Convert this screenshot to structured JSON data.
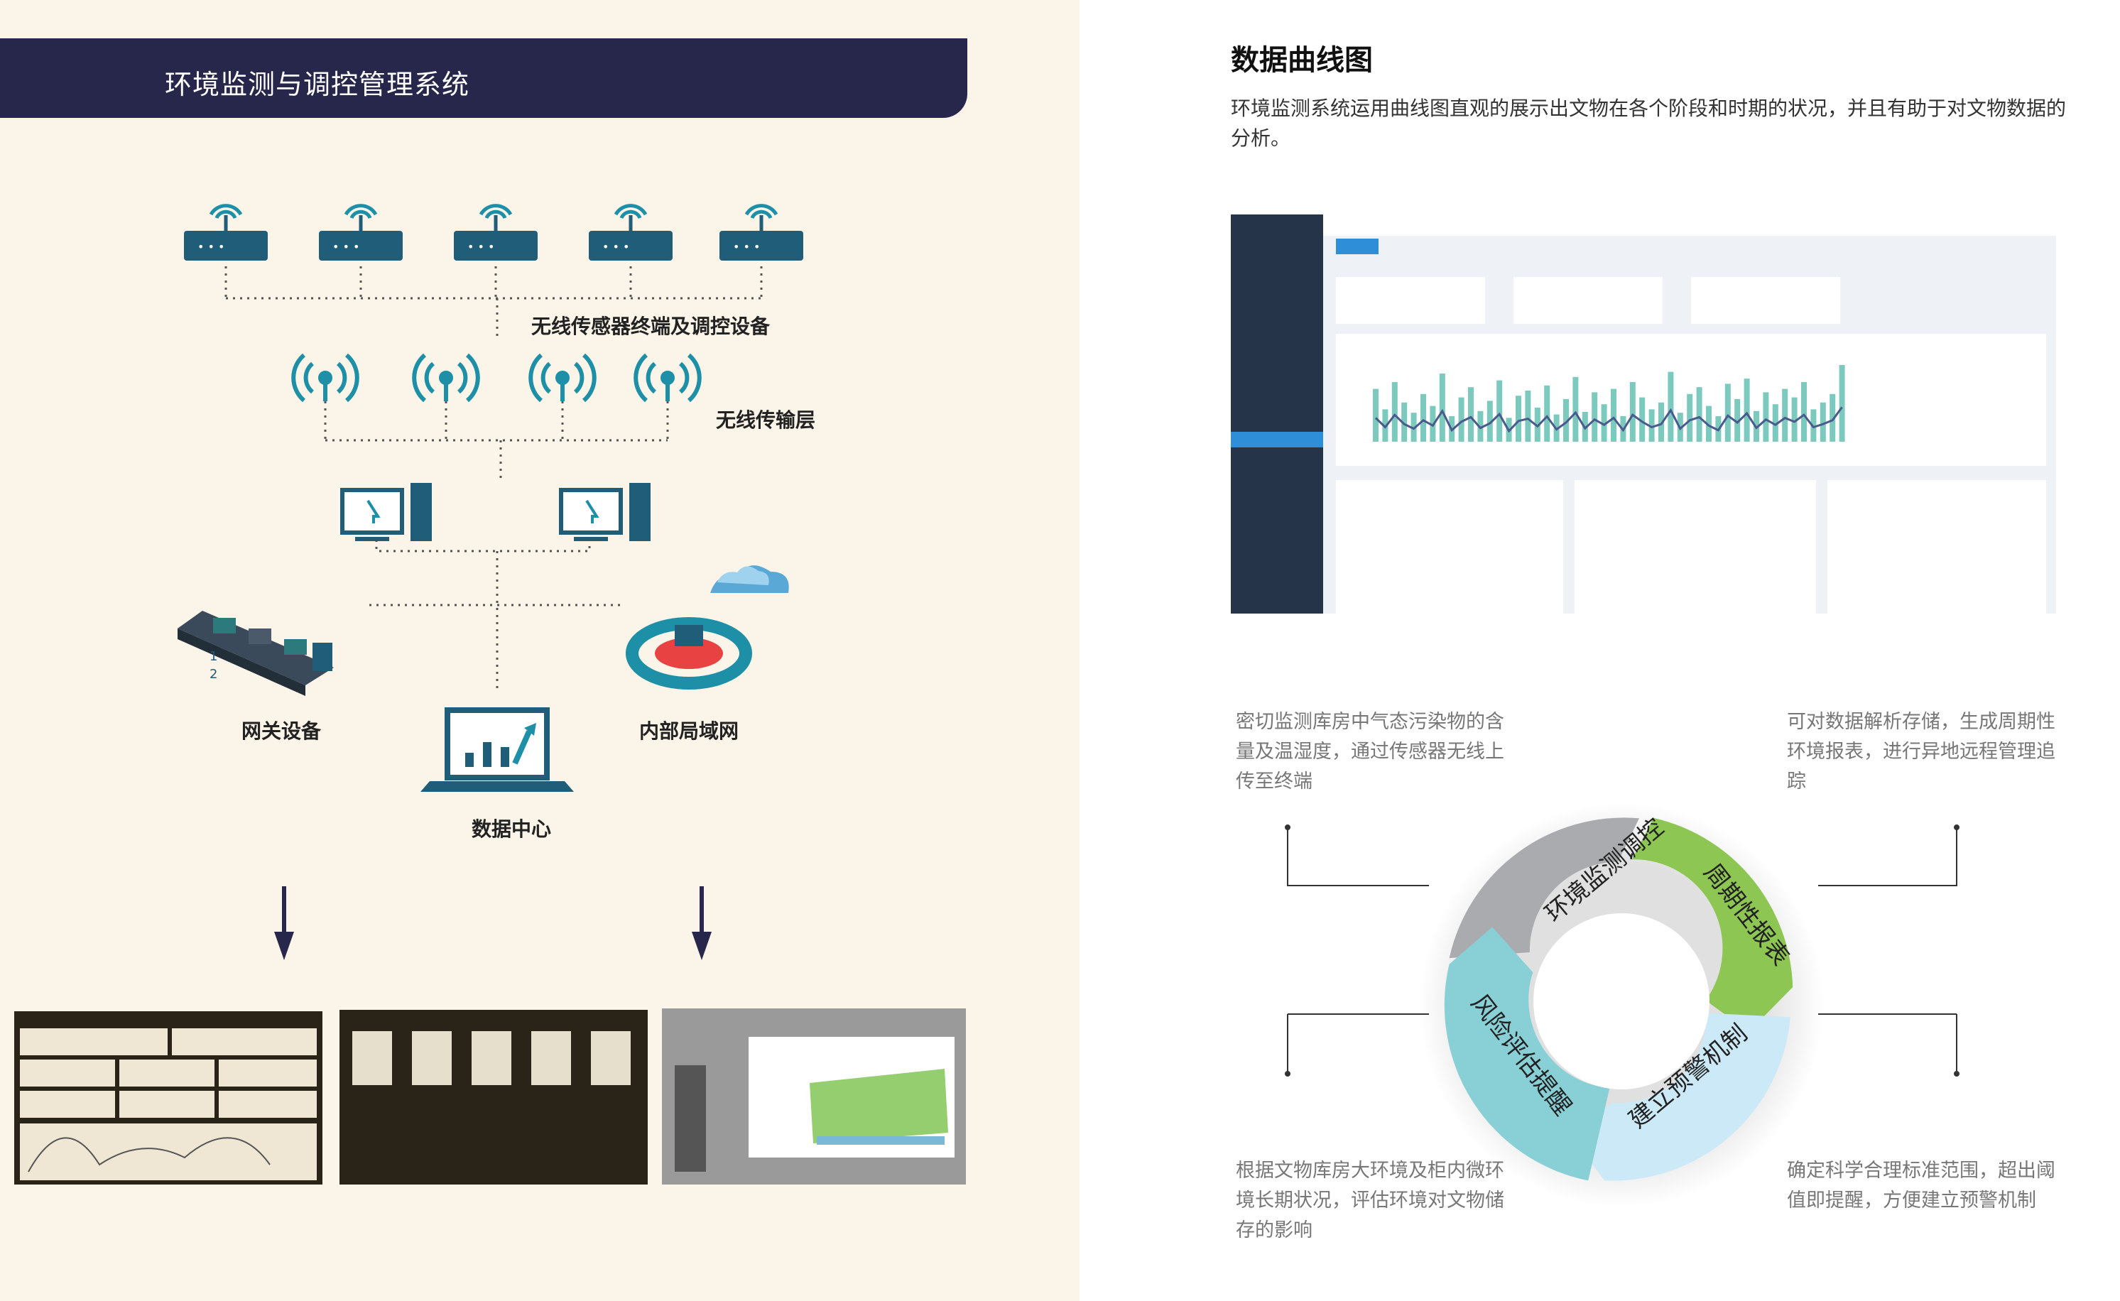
{
  "left": {
    "banner_title": "环境监测与调控管理系统",
    "labels": {
      "sensors": "无线传感器终端及调控设备",
      "transmission": "无线传输层",
      "gateway": "网关设备",
      "lan": "内部局域网",
      "data_center": "数据中心"
    }
  },
  "right": {
    "title": "数据曲线图",
    "description": "环境监测系统运用曲线图直观的展示出文物在各个阶段和时期的状况，并且有助于对文物数据的分析。",
    "cycle": {
      "segments": [
        "环境监测调控",
        "周期性报表",
        "建立预警机制",
        "风险评估提醒"
      ],
      "captions": {
        "top_left": "密切监测库房中气态污染物的含量及温湿度，通过传感器无线上传至终端",
        "top_right": "可对数据解析存储，生成周期性环境报表，进行异地远程管理追踪",
        "bottom_left": "根据文物库房大环境及柜内微环境长期状况，评估环境对文物储存的影响",
        "bottom_right": "确定科学合理标准范围，超出阈值即提醒，方便建立预警机制"
      },
      "colors": {
        "monitor": "#a9abaf",
        "report": "#8dc653",
        "warning": "#cbe9f7",
        "risk": "#88cfd6"
      }
    },
    "dashboard_chart": {
      "bars": [
        620,
        380,
        700,
        460,
        340,
        560,
        420,
        800,
        300,
        520,
        640,
        360,
        480,
        720,
        280,
        540,
        600,
        400,
        660,
        320,
        500,
        760,
        350,
        580,
        440,
        620,
        300,
        700,
        520,
        380,
        460,
        820,
        340,
        560,
        640,
        420,
        300,
        680,
        500,
        740,
        360,
        580,
        440,
        620,
        520,
        700,
        380,
        460,
        560,
        900
      ]
    }
  },
  "colors": {
    "banner": "#27264b",
    "device": "#1f5d78",
    "wifi": "#1d8fa7",
    "arrow": "#27264b"
  }
}
